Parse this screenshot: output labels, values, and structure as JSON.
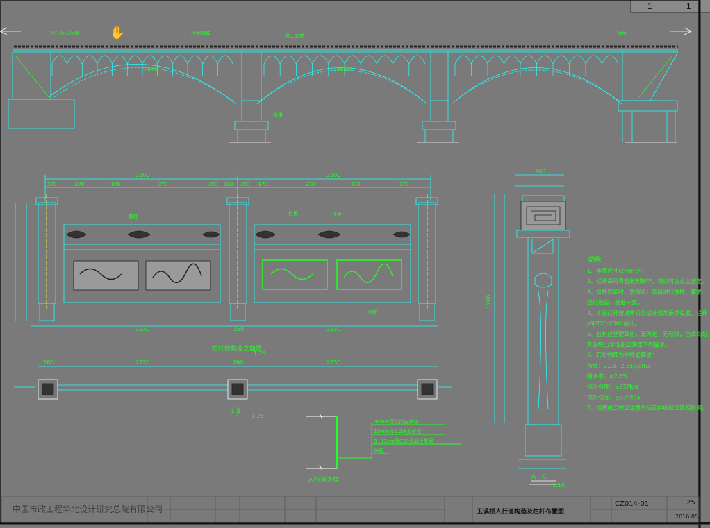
{
  "page": {
    "current": "1",
    "total": "1"
  },
  "title_block": {
    "company": "中国市政工程华北设计研究总院有限公司",
    "drawing_title": "玉溪桥人行道构造及栏杆布置图",
    "drawing_code": "CZ014-01",
    "sheet_number": "25",
    "date": "2016.05"
  },
  "notes": {
    "heading": "说明:",
    "items": [
      "1、本图尺寸以mm计。",
      "2、栏杆采用青石雕刻制作，花纹可由业主选定。",
      "3、栏杆安装时，需按设计图纸进行放样，要求",
      "   线形顺直，高度一致。",
      "4、本图栏杆按城市桥梁设计规范要求设置，栏杆",
      "   JGJ/T25-2000设计。",
      "5、石材应坚硬致密，无风化，无裂纹，色泽均匀，",
      "   其物理力学性能应满足下列要求。",
      "6、石材物理力学性能要求：",
      "   密度：2.18~2.55g/cm3",
      "   吸水率：≤7.5%",
      "   抗压强度：≥25Mpa",
      "   抗折强度：≥3.4Mpa",
      "7、栏杆施工时应注意与桥面伸缩缝位置相协调。"
    ]
  },
  "elevation": {
    "dim_top_left": "2500",
    "dim_top_right": "2500",
    "dim_segments": [
      "270",
      "370",
      "870",
      "370",
      "380",
      "160",
      "380",
      "870",
      "370",
      "870",
      "270"
    ],
    "dim_bottom_left": "2230",
    "dim_bottom_mid": "160",
    "dim_bottom_right": "2230",
    "caption": "栏杆板构造立面图",
    "scale": "1:25"
  },
  "plan": {
    "dims": [
      "260",
      "2230",
      "260",
      "2230"
    ],
    "caption": "1-1",
    "scale": "1:25"
  },
  "post": {
    "dim_total": "1200",
    "dim_top": "260",
    "caption": "A—A",
    "scale": "1:10"
  },
  "layers": {
    "items": [
      "30mm厚花岗岩铺装",
      "10mm厚1:2水泥砂浆",
      "8~12cm厚C20混凝土垫层",
      "碎石"
    ],
    "caption": "人行道大样"
  },
  "callouts": {
    "bridge": [
      "栏杆及人行道",
      "桥面铺装",
      "拱上立柱",
      "主拱圈",
      "腹拱圈",
      "桥墩",
      "桥台"
    ],
    "elevation": [
      "望柱",
      "扶手",
      "栏板",
      "地栿"
    ]
  },
  "colors": {
    "background": "#7a7a7a",
    "line": "#22ffff",
    "text": "#22ff22",
    "panel": "#999999"
  }
}
